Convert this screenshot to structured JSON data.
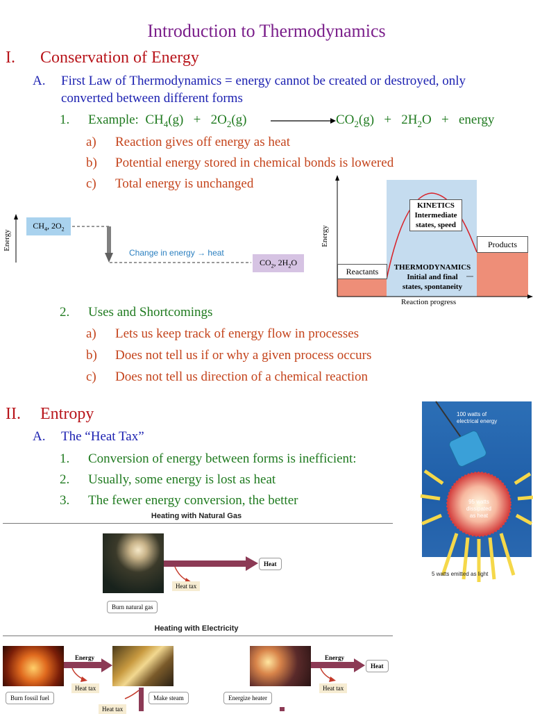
{
  "title": "Introduction to Thermodynamics",
  "section1": {
    "numeral": "I.",
    "heading": "Conservation of Energy",
    "a_label": "A.",
    "a_line1": "First Law of Thermodynamics = energy cannot be created or destroyed, only",
    "a_line2": "converted between different forms",
    "ex_label": "1.",
    "ex_text": "Example:",
    "ex_reactants": {
      "ch4": "CH",
      "ch4_sub": "4",
      "g1": "(g)",
      "plus": "+",
      "o2": "2O",
      "o2_sub": "2",
      "g2": "(g)"
    },
    "ex_products": {
      "co2": "CO",
      "co2_sub": "2",
      "g3": "(g)",
      "plus1": "+",
      "h2o": "2H",
      "h2o_sub": "2",
      "o": "O",
      "plus2": "+",
      "energy": "energy"
    },
    "subitems": [
      {
        "label": "a)",
        "text": "Reaction gives off energy as heat"
      },
      {
        "label": "b)",
        "text": "Potential energy stored in chemical bonds is lowered"
      },
      {
        "label": "c)",
        "text": "Total energy is unchanged"
      }
    ],
    "uses_label": "2.",
    "uses_text": "Uses and Shortcomings",
    "uses_items": [
      {
        "label": "a)",
        "text": "Lets us keep track of energy flow in processes"
      },
      {
        "label": "b)",
        "text": "Does not tell us if or why a given process occurs"
      },
      {
        "label": "c)",
        "text": "Does not tell us direction of a chemical reaction"
      }
    ]
  },
  "left_diagram": {
    "axis_label": "Energy",
    "top_box": "CH",
    "top_box_sub1": "4",
    "top_box_mid": ", 2O",
    "top_box_sub2": "2",
    "change_text": "Change in energy → heat",
    "bottom_box": "CO",
    "bottom_box_sub1": "2",
    "bottom_box_mid": ", 2H",
    "bottom_box_sub2": "2",
    "bottom_box_end": "O",
    "colors": {
      "top": "#a9d2ee",
      "bottom": "#d6c3e3",
      "change_text": "#2a7fc0"
    }
  },
  "right_diagram": {
    "y_label": "Energy",
    "x_label": "Reaction progress",
    "reactants": "Reactants",
    "products": "Products",
    "kinetics_title": "KINETICS",
    "kinetics_l2": "Intermediate",
    "kinetics_l3": "states, speed",
    "thermo_title": "THERMODYNAMICS",
    "thermo_l2": "Initial and final",
    "thermo_l3": "states, spontaneity",
    "colors": {
      "salmon": "#ee8e78",
      "blue": "#c5dcef",
      "curve": "#d8232a"
    }
  },
  "section2": {
    "numeral": "II.",
    "heading": "Entropy",
    "a_label": "A.",
    "a_text": "The “Heat Tax”",
    "items": [
      {
        "label": "1.",
        "text": "Conversion of energy between forms is inefficient:"
      },
      {
        "label": "2.",
        "text": "Usually, some energy is lost as heat"
      },
      {
        "label": "3.",
        "text": "The fewer energy conversion, the better"
      }
    ]
  },
  "bulb": {
    "top_l1": "100 watts of",
    "top_l2": "electrical energy",
    "mid_l1": "95 watts",
    "mid_l2": "dissipated",
    "mid_l3": "as heat",
    "bottom": "5 watts emitted as light",
    "icon": "light-bulb-icon"
  },
  "gas_panel": {
    "title": "Heating with Natural Gas",
    "heat": "Heat",
    "heat_tax": "Heat tax",
    "caption": "Burn natural gas",
    "arrow_color": "#8c3a55"
  },
  "elec_panel": {
    "title": "Heating with Electricity",
    "energy1": "Energy",
    "heat_tax1": "Heat tax",
    "caption1": "Burn fossil fuel",
    "caption2": "Make steam",
    "heat_tax2": "Heat tax",
    "energy2": "Energy",
    "heat": "Heat",
    "heat_tax3": "Heat tax",
    "caption3": "Energize heater"
  }
}
